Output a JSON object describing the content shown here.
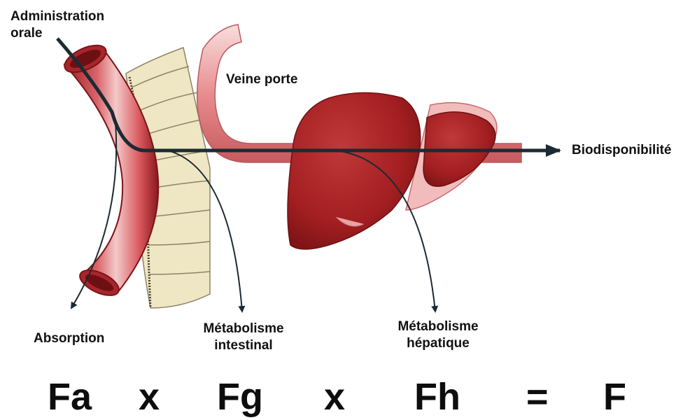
{
  "labels": {
    "oral_line1": "Administration",
    "oral_line2": "orale",
    "portal_vein": "Veine porte",
    "bioavailability": "Biodisponibilité",
    "absorption": "Absorption",
    "intestinal_line1": "Métabolisme",
    "intestinal_line2": "intestinal",
    "hepatic_line1": "Métabolisme",
    "hepatic_line2": "hépatique"
  },
  "formula": {
    "fa": "Fa",
    "times1": "x",
    "fg": "Fg",
    "times2": "x",
    "fh": "Fh",
    "equals": "=",
    "f": "F"
  },
  "colors": {
    "intestine_dark": "#8e1a1e",
    "intestine_light": "#e8a0a0",
    "villi": "#efe6c4",
    "liver": "#a8201f",
    "vein_light": "#f3c6c6",
    "arrow": "#1c2a33"
  }
}
